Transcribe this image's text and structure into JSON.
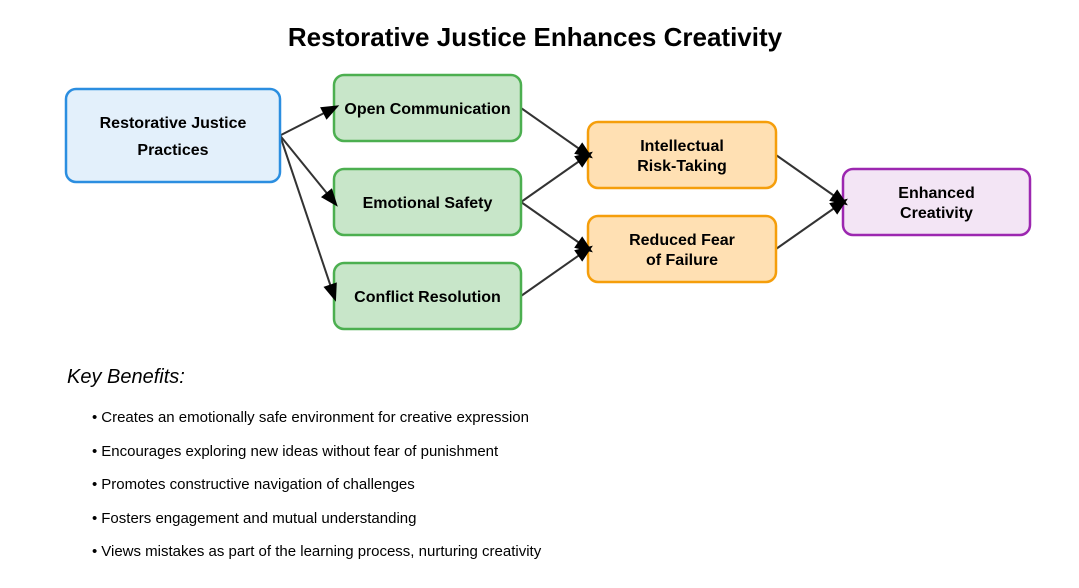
{
  "title": "Restorative Justice Enhances Creativity",
  "nodes": {
    "restorative_practices": {
      "lines": [
        "Restorative Justice",
        "Practices"
      ],
      "fill": "#e3f0fb",
      "stroke": "#2b8ee0"
    },
    "open_communication": {
      "lines": [
        "Open Communication"
      ],
      "fill": "#c8e6c9",
      "stroke": "#4caf50"
    },
    "emotional_safety": {
      "lines": [
        "Emotional Safety"
      ],
      "fill": "#c8e6c9",
      "stroke": "#4caf50"
    },
    "conflict_resolution": {
      "lines": [
        "Conflict Resolution"
      ],
      "fill": "#c8e6c9",
      "stroke": "#4caf50"
    },
    "intellectual_risk": {
      "lines": [
        "Intellectual",
        "Risk-Taking"
      ],
      "fill": "#ffe0b3",
      "stroke": "#f59e0b"
    },
    "reduced_fear": {
      "lines": [
        "Reduced Fear",
        "of Failure"
      ],
      "fill": "#ffe0b3",
      "stroke": "#f59e0b"
    },
    "enhanced_creativity": {
      "lines": [
        "Enhanced",
        "Creativity"
      ],
      "fill": "#f3e5f5",
      "stroke": "#9c27b0"
    }
  },
  "edges": [
    [
      "restorative_practices",
      "open_communication"
    ],
    [
      "restorative_practices",
      "emotional_safety"
    ],
    [
      "restorative_practices",
      "conflict_resolution"
    ],
    [
      "open_communication",
      "intellectual_risk"
    ],
    [
      "emotional_safety",
      "intellectual_risk"
    ],
    [
      "emotional_safety",
      "reduced_fear"
    ],
    [
      "conflict_resolution",
      "reduced_fear"
    ],
    [
      "intellectual_risk",
      "enhanced_creativity"
    ],
    [
      "reduced_fear",
      "enhanced_creativity"
    ]
  ],
  "edge_color": "#333333",
  "benefits": {
    "heading": "Key Benefits:",
    "bullet": "•",
    "items": [
      "Creates an emotionally safe environment for creative expression",
      "Encourages exploring new ideas without fear of punishment",
      "Promotes constructive navigation of challenges",
      "Fosters engagement and mutual understanding",
      "Views mistakes as part of the learning process, nurturing creativity"
    ]
  }
}
